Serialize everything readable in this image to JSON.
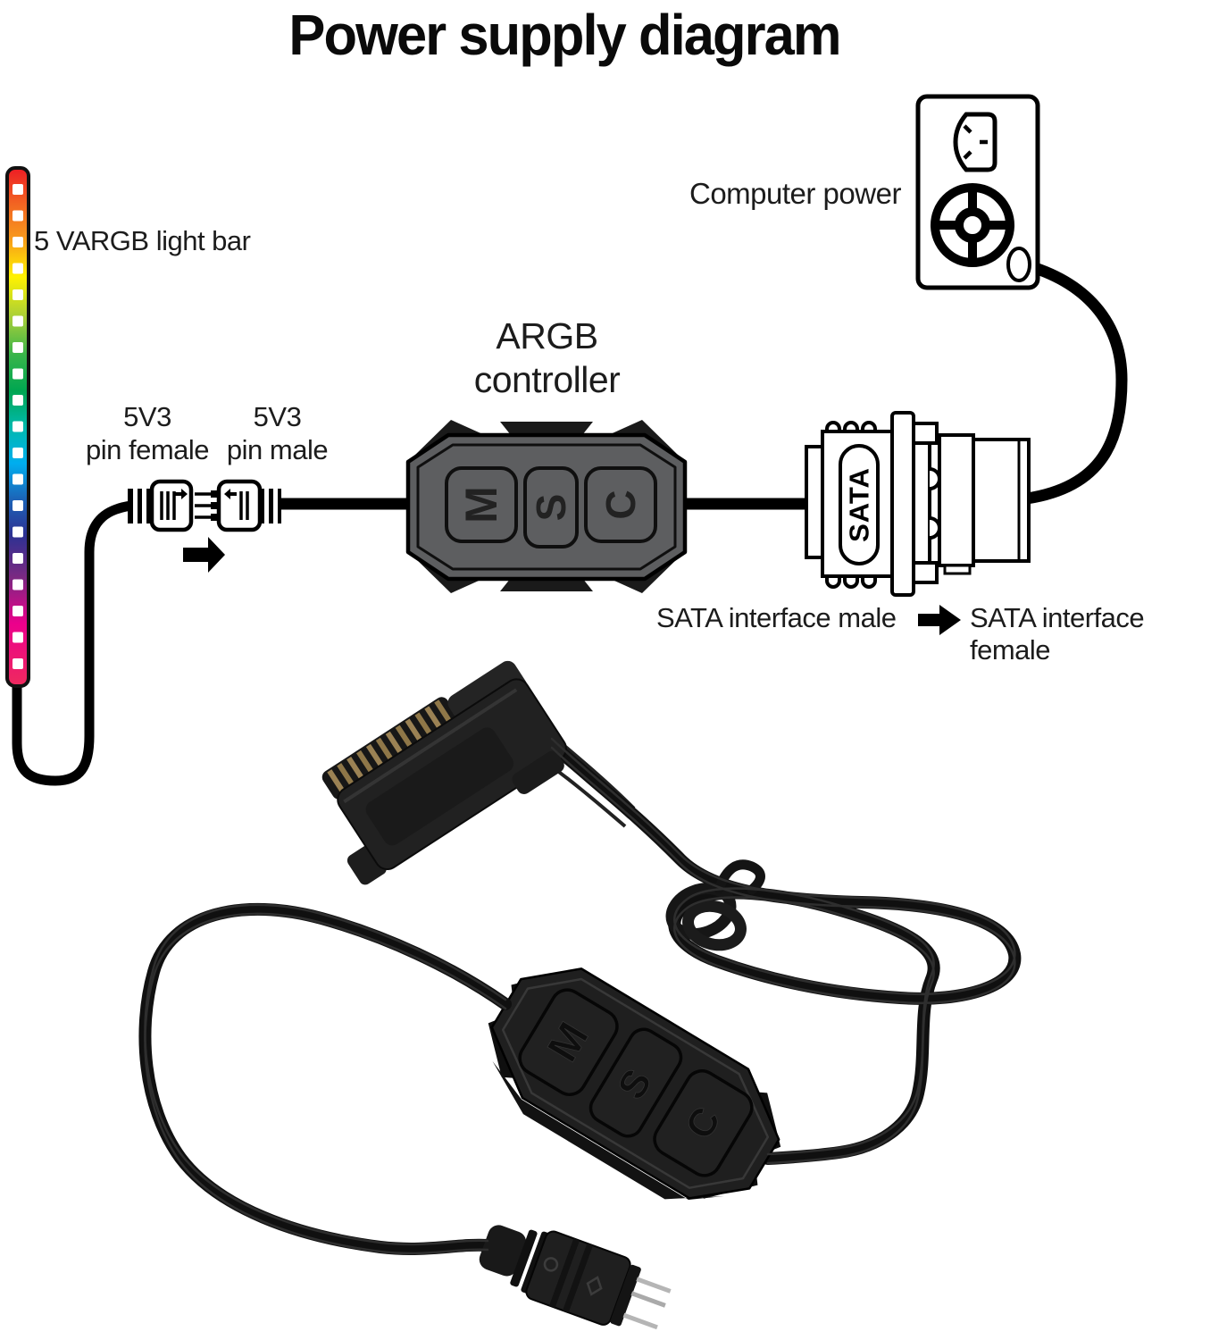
{
  "title": "Power supply diagram",
  "diagram": {
    "light_bar_label": "5 VARGB light bar",
    "female_label_line1": "5V3",
    "female_label_line2": "pin female",
    "male_label_line1": "5V3",
    "male_label_line2": "pin male",
    "controller_label_line1": "ARGB",
    "controller_label_line2": "controller",
    "computer_power_label": "Computer power",
    "sata_male_label": "SATA interface male",
    "sata_female_label": "SATA interface female",
    "sata_connector_text": "SATA",
    "controller_buttons": {
      "mode": "M",
      "speed": "S",
      "color": "C"
    },
    "colors": {
      "controller_gray": "#5d5e60",
      "outline": "#000000",
      "rainbow": [
        "#ed1c24",
        "#f26522",
        "#f7941d",
        "#fff200",
        "#a6ce39",
        "#39b54a",
        "#00a651",
        "#00b9ad",
        "#00aeef",
        "#1c63b7",
        "#2e3192",
        "#7b2982",
        "#ec008c",
        "#ee2a5e"
      ]
    }
  },
  "photo": {
    "controller_buttons": {
      "mode": "M",
      "speed": "S",
      "color": "C"
    }
  }
}
